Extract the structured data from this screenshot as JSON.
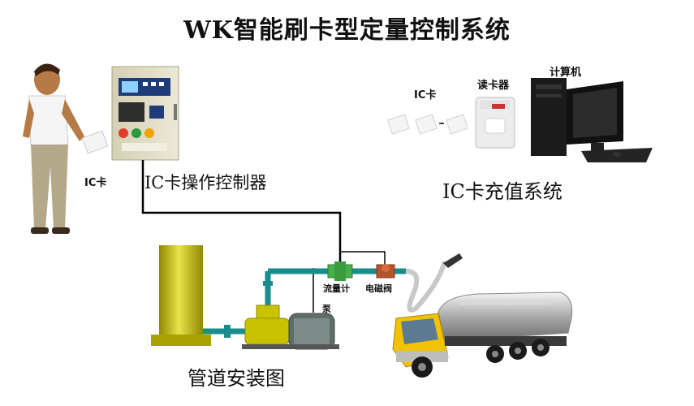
{
  "title": "WK智能刷卡型定量控制系统",
  "labels": {
    "person_card": "IC卡",
    "controller": "IC卡操作控制器",
    "recharge_card": "IC卡",
    "card_reader": "读卡器",
    "computer": "计算机",
    "recharge_system": "IC卡充值系统",
    "flowmeter": "流量计",
    "solenoid_valve": "电磁阀",
    "pump": "泵",
    "pipeline": "管道安装图"
  },
  "colors": {
    "pipe": "#1a8c8c",
    "tank": "#c9c200",
    "pump_body": "#c9c200",
    "truck_cab": "#f2c200",
    "wire": "#000000",
    "cabinet": "#d9d4b8"
  }
}
